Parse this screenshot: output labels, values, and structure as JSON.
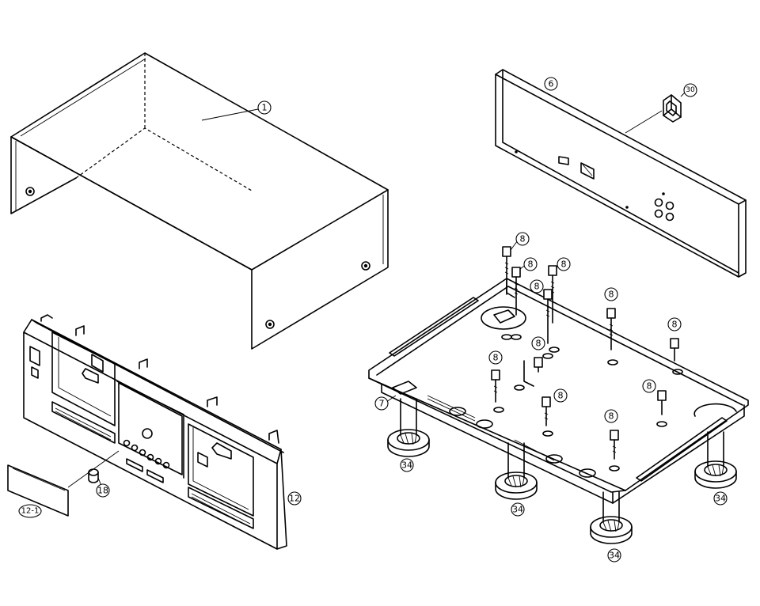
{
  "diagram": {
    "callouts": [
      {
        "id": "c1",
        "label": "1"
      },
      {
        "id": "c6",
        "label": "6"
      },
      {
        "id": "c30",
        "label": "30"
      },
      {
        "id": "c7",
        "label": "7"
      },
      {
        "id": "c12",
        "label": "12"
      },
      {
        "id": "c121",
        "label": "12-1"
      },
      {
        "id": "c18",
        "label": "18"
      },
      {
        "id": "c8a",
        "label": "8"
      },
      {
        "id": "c8b",
        "label": "8"
      },
      {
        "id": "c8c",
        "label": "8"
      },
      {
        "id": "c8d",
        "label": "8"
      },
      {
        "id": "c8e",
        "label": "8"
      },
      {
        "id": "c8f",
        "label": "8"
      },
      {
        "id": "c8g",
        "label": "8"
      },
      {
        "id": "c8h",
        "label": "8"
      },
      {
        "id": "c8i",
        "label": "8"
      },
      {
        "id": "c8j",
        "label": "8"
      },
      {
        "id": "c8k",
        "label": "8"
      },
      {
        "id": "c34a",
        "label": "34"
      },
      {
        "id": "c34b",
        "label": "34"
      },
      {
        "id": "c34c",
        "label": "34"
      },
      {
        "id": "c34d",
        "label": "34"
      }
    ]
  }
}
